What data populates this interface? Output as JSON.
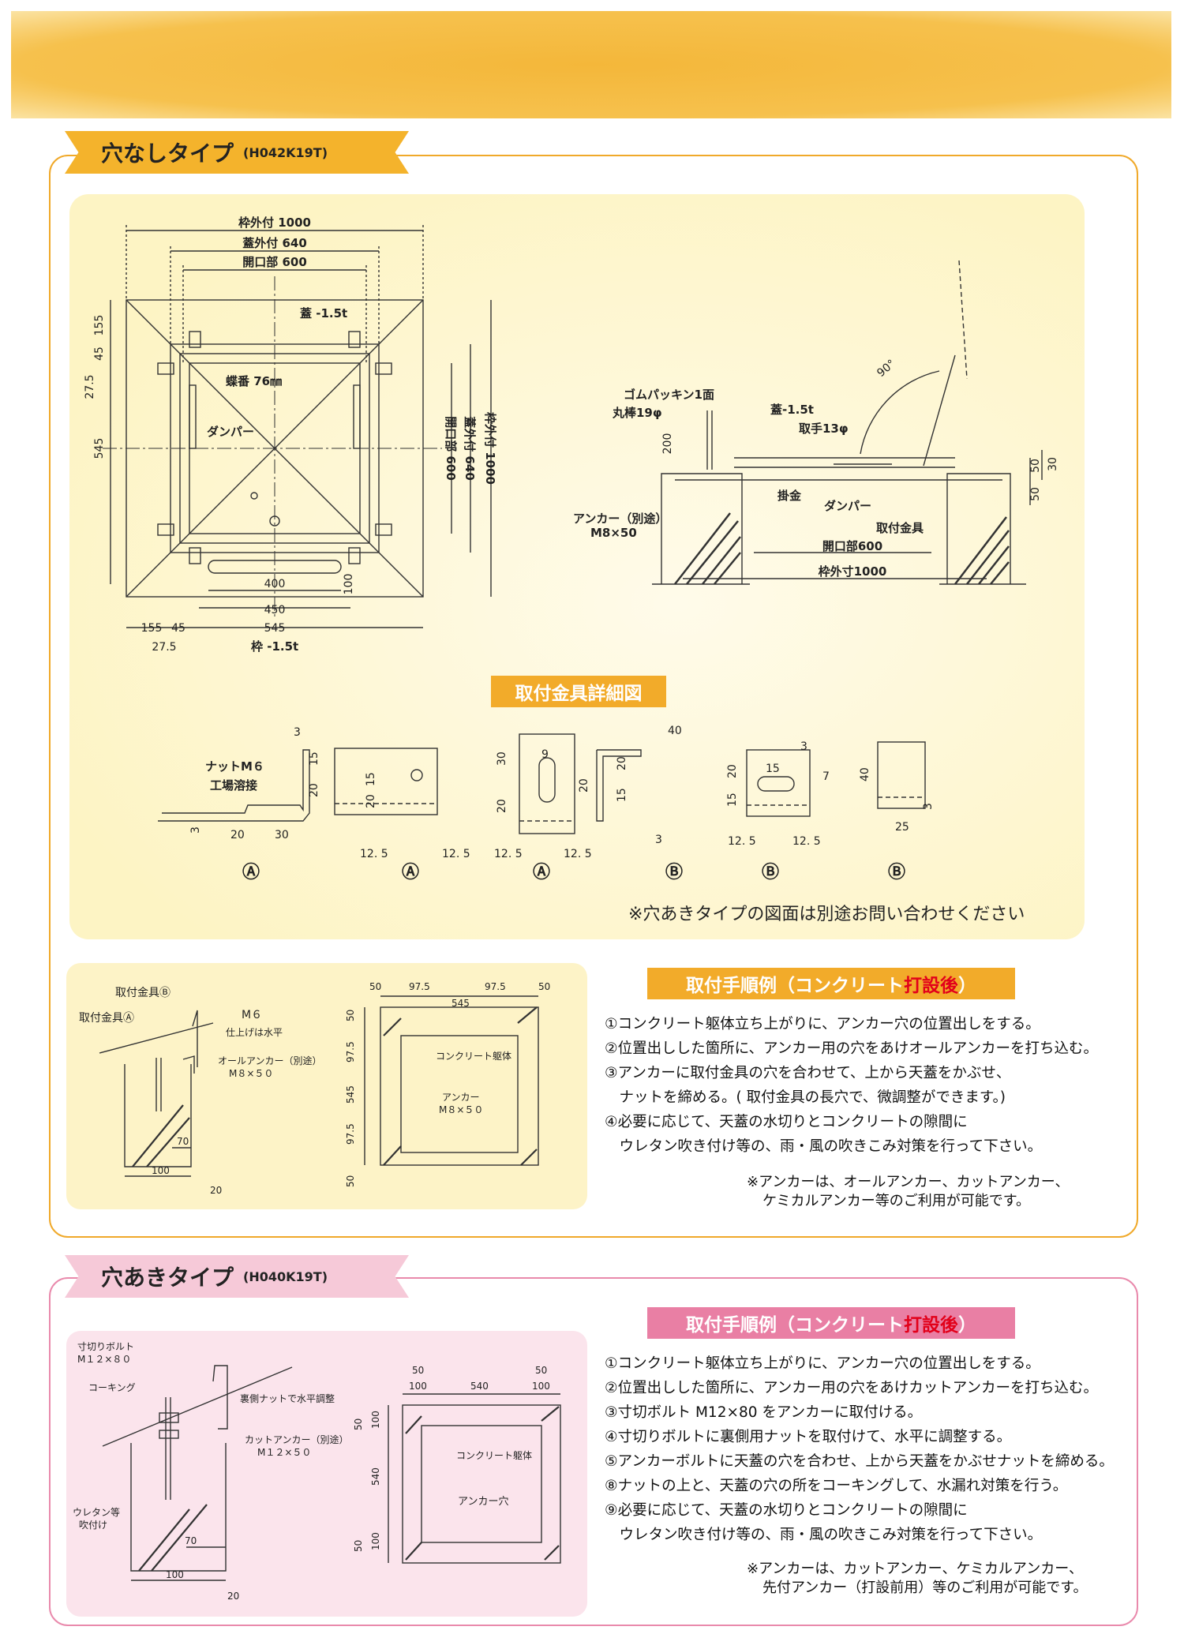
{
  "type_a": {
    "title": "穴なしタイプ",
    "code": "(H042K19T)",
    "plan": {
      "frame_outer": "枠外付 1000",
      "lid_outer": "蓋外付 640",
      "opening": "開口部 600",
      "lid": "蓋 -1.5t",
      "hinge": "蝶番 76㎜",
      "damper": "ダンパー",
      "frame": "枠 -1.5t",
      "dim_155": "155",
      "dim_45": "45",
      "dim_275": "27.5",
      "dim_545": "545",
      "dim_400": "400",
      "dim_450": "450",
      "dim_100": "100",
      "side_opening": "開口部 600",
      "side_lid": "蓋外付 640",
      "side_frame": "枠外付 1000"
    },
    "section": {
      "gasket": "ゴムパッキン1面",
      "rod": "丸棒19φ",
      "lid": "蓋-1.5t",
      "handle": "取手13φ",
      "angle": "90°",
      "dim_200": "200",
      "dim_50a": "50",
      "dim_30": "30",
      "dim_50b": "50",
      "latch": "掛金",
      "damper": "ダンパー",
      "anchor": "アンカー（別途）",
      "anchor_size": "M8×50",
      "bracket": "取付金具",
      "opening": "開口部600",
      "frame": "枠外寸1000"
    },
    "detail": {
      "heading": "取付金具詳細図",
      "nut": "ナットM６",
      "weld": "工場溶接",
      "labels": [
        "Ⓐ",
        "Ⓐ",
        "Ⓐ",
        "Ⓑ",
        "Ⓑ",
        "Ⓑ"
      ],
      "n3": "3",
      "n15": "15",
      "n20": "20",
      "n30": "30",
      "n125": "12. 5",
      "n9": "9",
      "n40": "40",
      "n7": "7",
      "n25": "25"
    },
    "note": "※穴あきタイプの図面は別途お問い合わせください",
    "install": {
      "bracket_b": "取付金具Ⓑ",
      "bracket_a": "取付金具Ⓐ",
      "m6": "M６",
      "finish": "仕上げは水平",
      "anchor": "オールアンカー（別途）",
      "anchor_size": "M８×５０",
      "d70": "70",
      "d100": "100",
      "d20": "20",
      "top_50": "50",
      "top_975": "97.5",
      "top_545": "545",
      "concrete": "コンクリート躯体",
      "anc": "アンカー",
      "anc_size": "M８×５０"
    },
    "procedure": {
      "heading_pre": "取付手順例（コンクリート",
      "heading_red": "打設後",
      "heading_post": "）",
      "steps": [
        "①コンクリート躯体立ち上がりに、アンカー穴の位置出しをする。",
        "②位置出しした箇所に、アンカー用の穴をあけオールアンカーを打ち込む。",
        "③アンカーに取付金具の穴を合わせて、上から天蓋をかぶせ、",
        "　ナットを締める。( 取付金具の長穴で、微調整ができます。)",
        "④必要に応じて、天蓋の水切りとコンクリートの隙間に",
        "　ウレタン吹き付け等の、雨・風の吹きこみ対策を行って下さい。"
      ],
      "note_1": "※アンカーは、オールアンカー、カットアンカー、",
      "note_2": "ケミカルアンカー等のご利用が可能です。"
    }
  },
  "type_b": {
    "title": "穴あきタイプ",
    "code": "(H040K19T)",
    "install": {
      "bolt": "寸切りボルト",
      "bolt_size": "M１２×８０",
      "caulk": "コーキング",
      "back_nut": "裏側ナットで水平調整",
      "cut_anchor": "カットアンカー（別途）",
      "cut_size": "M１２×５０",
      "urethane": "ウレタン等",
      "spray": "吹付け",
      "d70": "70",
      "d100": "100",
      "d20": "20",
      "top_50": "50",
      "top_100": "100",
      "top_540": "540",
      "concrete": "コンクリート躯体",
      "anchor_hole": "アンカー穴"
    },
    "procedure": {
      "heading_pre": "取付手順例（コンクリート",
      "heading_red": "打設後",
      "heading_post": "）",
      "steps": [
        "①コンクリート躯体立ち上がりに、アンカー穴の位置出しをする。",
        "②位置出しした箇所に、アンカー用の穴をあけカットアンカーを打ち込む。",
        "③寸切ボルト M12×80 をアンカーに取付ける。",
        "④寸切りボルトに裏側用ナットを取付けて、水平に調整する。",
        "⑤アンカーボルトに天蓋の穴を合わせ、上から天蓋をかぶせナットを締める。",
        "⑧ナットの上と、天蓋の穴の所をコーキングして、水漏れ対策を行う。",
        "⑨必要に応じて、天蓋の水切りとコンクリートの隙間に",
        "　ウレタン吹き付け等の、雨・風の吹きこみ対策を行って下さい。"
      ],
      "note_1": "※アンカーは、カットアンカー、ケミカルアンカー、",
      "note_2": "先付アンカー（打設前用）等のご利用が可能です。"
    }
  }
}
